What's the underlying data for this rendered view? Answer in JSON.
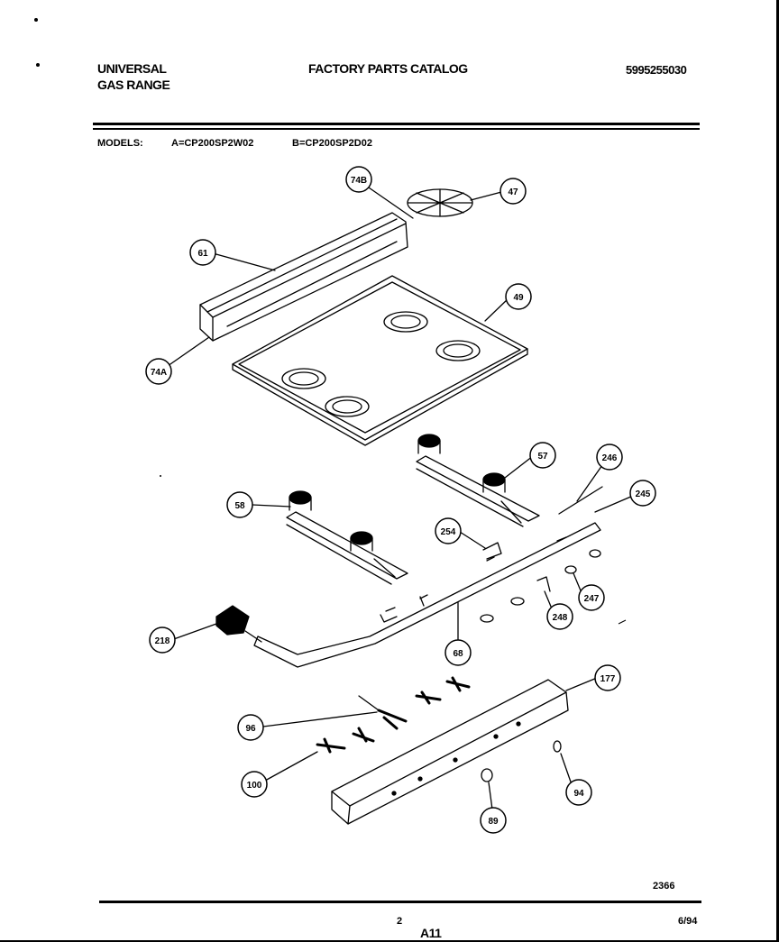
{
  "header": {
    "brand_line1": "UNIVERSAL",
    "brand_line2": "GAS RANGE",
    "catalog_title": "FACTORY PARTS CATALOG",
    "catalog_number": "5995255030"
  },
  "models": {
    "label": "MODELS:",
    "model_a": "A=CP200SP2W02",
    "model_b": "B=CP200SP2D02"
  },
  "callouts": [
    "74B",
    "47",
    "61",
    "49",
    "74A",
    "57",
    "246",
    "245",
    "58",
    "254",
    "247",
    "248",
    "218",
    "68",
    "177",
    "96",
    "100",
    "94",
    "89"
  ],
  "footer": {
    "drawing_number": "2366",
    "page_number": "2",
    "section": "A11",
    "date": "6/94"
  }
}
